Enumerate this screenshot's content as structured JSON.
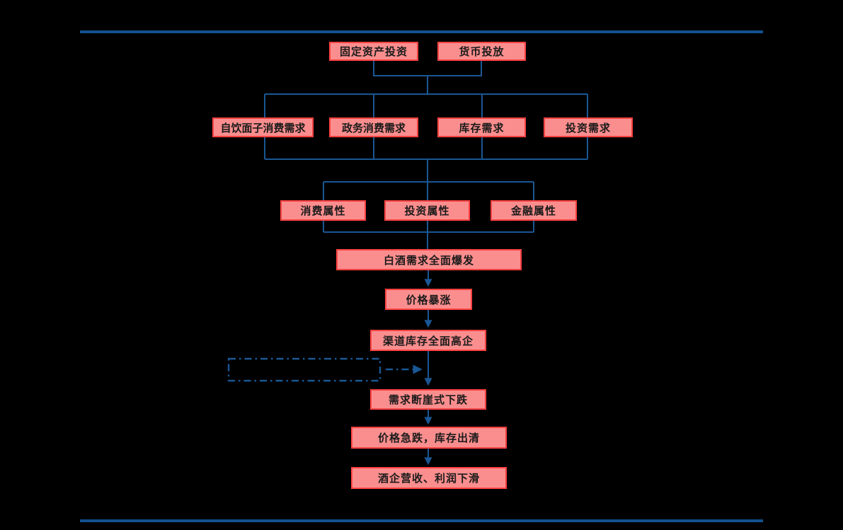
{
  "colors": {
    "background": "#000000",
    "box_fill": "#FA8E8E",
    "box_border": "#FF4242",
    "line_blue": "#1A5794",
    "rule_blue": "#12528F",
    "text": "#1A1A1A"
  },
  "flowchart": {
    "sources": [
      {
        "label": "固定资产投资"
      },
      {
        "label": "货币投放"
      }
    ],
    "demands": [
      {
        "label": "自饮面子消费需求"
      },
      {
        "label": "政务消费需求"
      },
      {
        "label": "库存需求"
      },
      {
        "label": "投资需求"
      }
    ],
    "attributes": [
      {
        "label": "消费属性"
      },
      {
        "label": "投资属性"
      },
      {
        "label": "金融属性"
      }
    ],
    "chain": [
      {
        "label": "白酒需求全面爆发"
      },
      {
        "label": "价格暴涨"
      },
      {
        "label": "渠道库存全面高企"
      },
      {
        "label": "需求断崖式下跌"
      },
      {
        "label": "价格急跌，库存出清"
      },
      {
        "label": "酒企营收、利润下滑"
      }
    ],
    "annotation_box": {
      "label": ""
    }
  }
}
